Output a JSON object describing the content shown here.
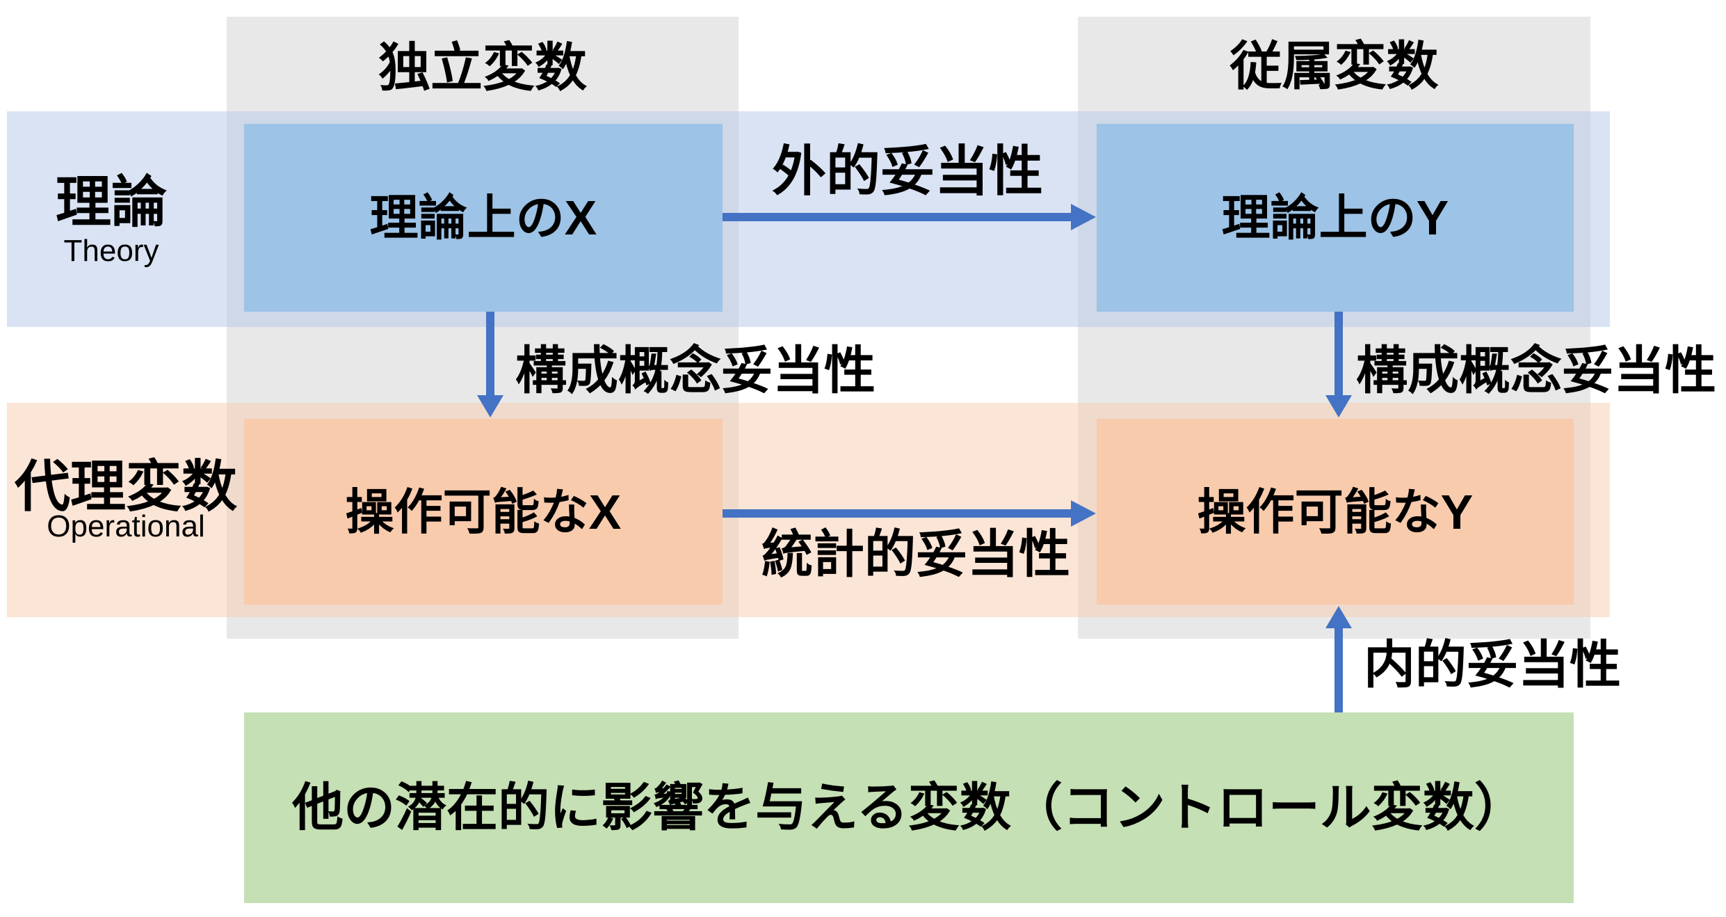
{
  "diagram": {
    "title_context": "validity-diagram",
    "column_headers": {
      "independent": "独立変数",
      "dependent": "従属変数"
    },
    "row_labels": {
      "theory_ja": "理論",
      "theory_en": "Theory",
      "operational_ja": "代理変数",
      "operational_en": "Operational"
    },
    "boxes": {
      "theory_x": "理論上のX",
      "theory_y": "理論上のY",
      "operational_x": "操作可能なX",
      "operational_y": "操作可能なY",
      "control": "他の潜在的に影響を与える変数（コントロール変数）"
    },
    "arrow_labels": {
      "external_validity": "外的妥当性",
      "construct_validity_left": "構成概念妥当性",
      "construct_validity_right": "構成概念妥当性",
      "statistical_validity": "統計的妥当性",
      "internal_validity": "内的妥当性"
    },
    "colors": {
      "column_band": "#E9E8E8",
      "theory_row_band": "#B4C7E7",
      "operational_row_band": "#F8CBAD",
      "theory_box": "#9DC3E6",
      "operational_box": "#F8CBAD",
      "control_box": "#C5E0B4",
      "arrow": "#4472C4",
      "text": "#000000"
    }
  }
}
